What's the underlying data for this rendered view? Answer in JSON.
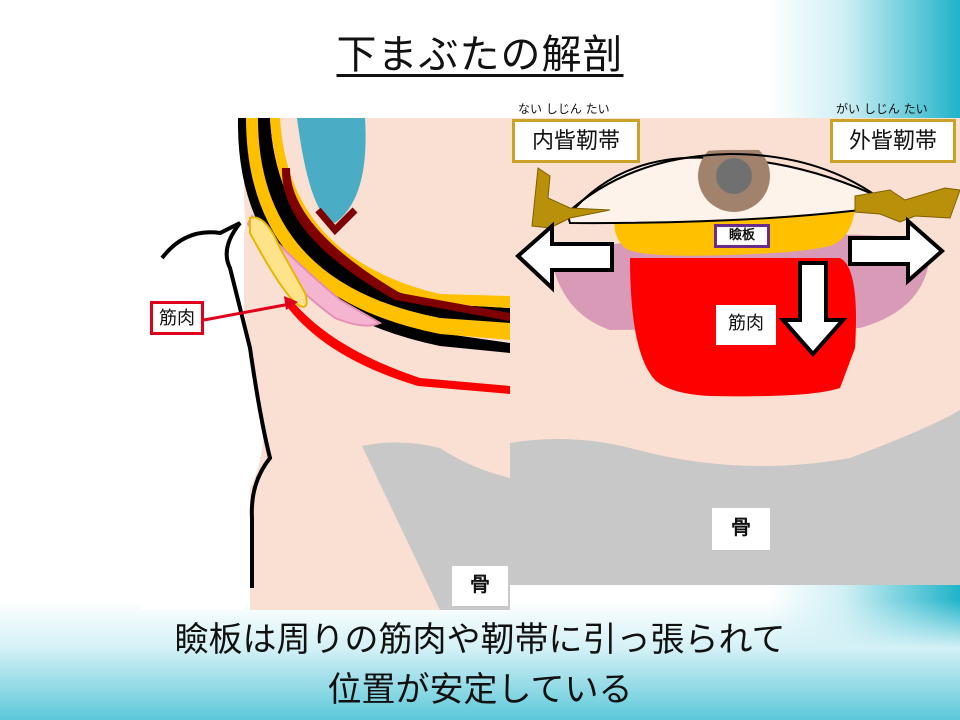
{
  "title": "下まぶたの解剖",
  "labels": {
    "muscle_left": "筋肉",
    "bone_left": "骨",
    "bone_right": "骨",
    "muscle_right": "筋肉",
    "tarsal_plate": "瞼板",
    "inner_ligament": "内眥靭帯",
    "outer_ligament": "外眥靭帯",
    "inner_ligament_reading": "ない しじん たい",
    "outer_ligament_reading": "がい しじん たい"
  },
  "caption": {
    "line1": "瞼板は周りの筋肉や靭帯に引っ張られて",
    "line2": "位置が安定している"
  },
  "colors": {
    "skin": "#fae0d2",
    "bone": "#c8c8c8",
    "muscle": "#ff0000",
    "tarsus": "#ffc000",
    "ligament": "#b8900a",
    "iris": "#a0826d",
    "pink": "#d99ab8",
    "eye_blue": "#4bacc6"
  }
}
